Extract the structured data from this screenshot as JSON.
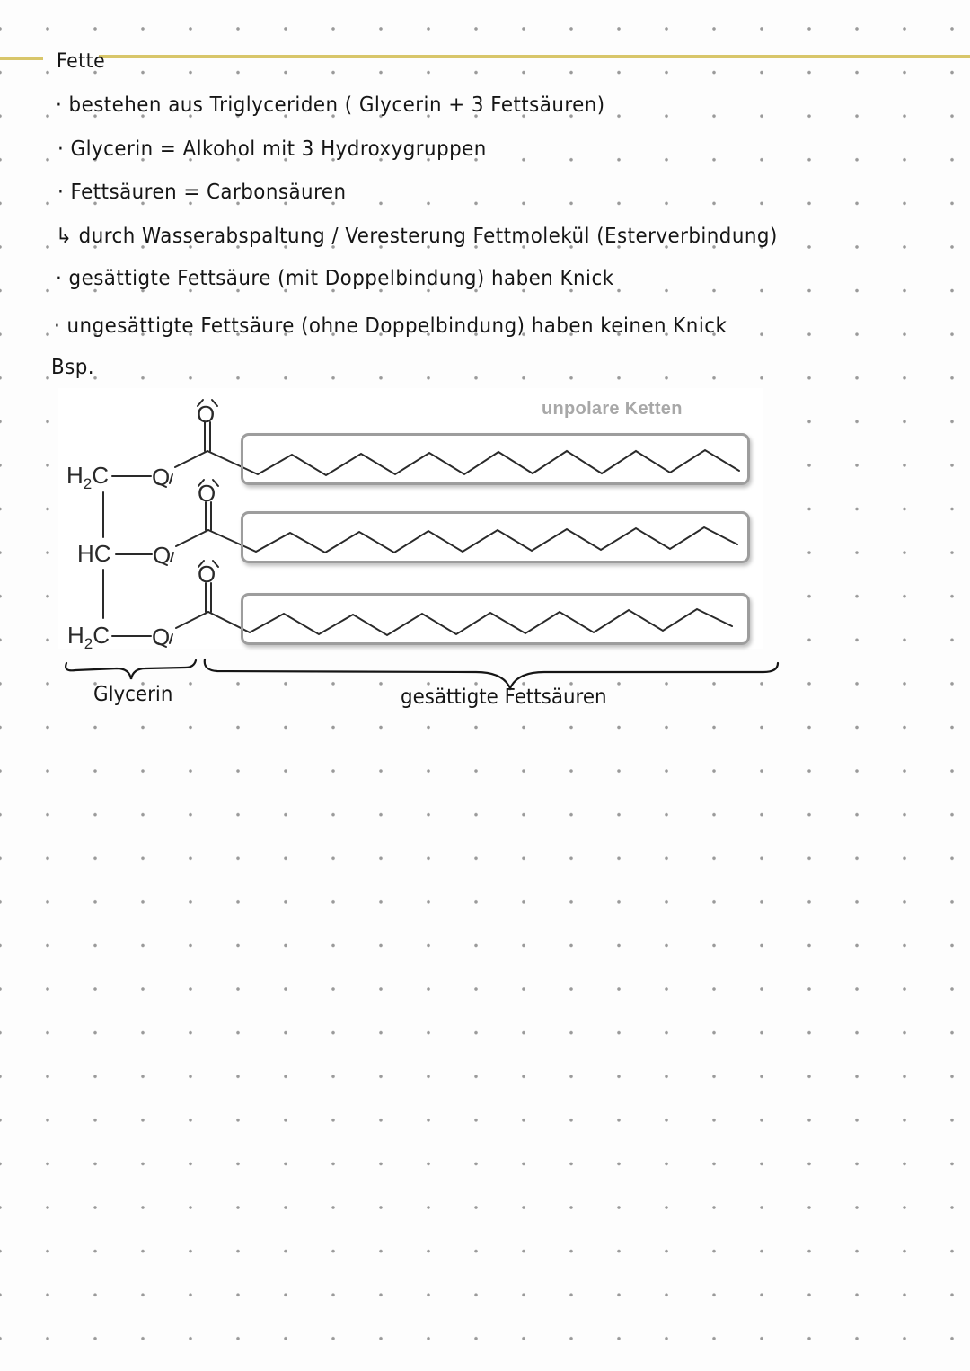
{
  "page": {
    "background": "#fdfdfd",
    "dot_color": "#9a9a9a",
    "accent_rule_color": "#d8c66a"
  },
  "note": {
    "title": "Fette",
    "lines": [
      "· bestehen aus Triglyceriden ( Glycerin + 3 Fettsäuren)",
      "· Glycerin = Alkohol mit 3 Hydroxygruppen",
      "· Fettsäuren = Carbonsäuren",
      "↳ durch Wasserabspaltung / Veresterung   Fettmolekül (Esterverbindung)",
      "· gesättigte Fettsäure (mit Doppelbindung) haben Knick",
      "· ungesättigte Fettsäure (ohne Doppelbindung) haben keinen Knick",
      "Bsp."
    ]
  },
  "diagram": {
    "chain_label": "unpolare Ketten",
    "glycerol_groups": [
      {
        "carbon": "H",
        "sub": "2",
        "suffix": "C"
      },
      {
        "carbon": "HC",
        "sub": "",
        "suffix": ""
      },
      {
        "carbon": "H",
        "sub": "2",
        "suffix": "C"
      }
    ],
    "oxygen_symbol": "O",
    "brace_labels": {
      "left": "Glycerin",
      "right": "gesättigte Fettsäuren"
    }
  }
}
